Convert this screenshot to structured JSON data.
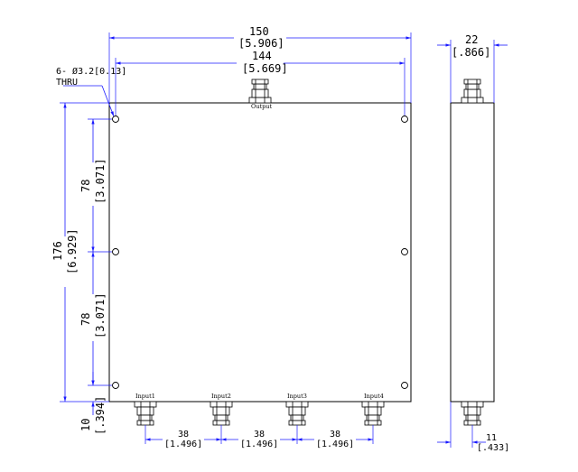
{
  "front_view": {
    "connectors": {
      "output": "Output",
      "inputs": [
        "Input1",
        "Input2",
        "Input3",
        "Input4"
      ]
    },
    "dimensions": {
      "overall_width": {
        "mm": "150",
        "inch": "[5.906]"
      },
      "hole_spacing_width": {
        "mm": "144",
        "inch": "[5.669]"
      },
      "overall_height": {
        "mm": "176",
        "inch": "[6.929]"
      },
      "hole_pitch_upper": {
        "mm": "78",
        "inch": "[3.071]"
      },
      "hole_pitch_lower": {
        "mm": "78",
        "inch": "[3.071]"
      },
      "bottom_offset": {
        "mm": "10",
        "inch": "[.394]"
      },
      "input_pitch_1": {
        "mm": "38",
        "inch": "[1.496]"
      },
      "input_pitch_2": {
        "mm": "38",
        "inch": "[1.496]"
      },
      "input_pitch_3": {
        "mm": "38",
        "inch": "[1.496]"
      }
    },
    "hole_note": {
      "line1": "6- Ø3.2[0.13]",
      "line2": "THRU"
    }
  },
  "side_view": {
    "dimensions": {
      "thickness": {
        "mm": "22",
        "inch": "[.866]"
      },
      "connector_offset": {
        "mm": "11",
        "inch": "[.433]"
      }
    }
  },
  "colors": {
    "dimension": "#1a1aff",
    "outline": "#000000"
  }
}
